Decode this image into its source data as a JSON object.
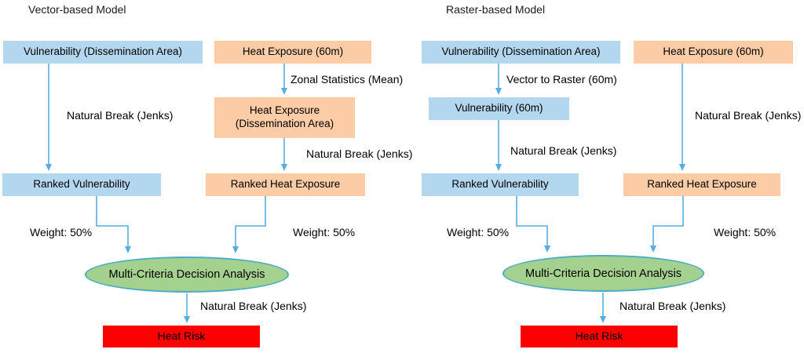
{
  "colors": {
    "box_blue": "#B3D7EE",
    "box_orange": "#FBCCA5",
    "box_red": "#FF0000",
    "ellipse_green": "#A4D18D",
    "ellipse_border": "#4BACC6",
    "arrow": "#55ADE2",
    "text": "#000000"
  },
  "vector_model": {
    "title": "Vector-based Model",
    "boxes": {
      "vulnerability": "Vulnerability (Dissemination Area)",
      "heat_exposure": "Heat Exposure (60m)",
      "heat_exposure_da_line1": "Heat Exposure",
      "heat_exposure_da_line2": "(Dissemination Area)",
      "ranked_vulnerability": "Ranked Vulnerability",
      "ranked_heat_exposure": "Ranked Heat Exposure",
      "mcda": "Multi-Criteria Decision Analysis",
      "heat_risk": "Heat Risk"
    },
    "labels": {
      "zonal_statistics": "Zonal Statistics (Mean)",
      "natural_break_vulnerability": "Natural Break (Jenks)",
      "natural_break_heat": "Natural Break (Jenks)",
      "weight_vulnerability": "Weight: 50%",
      "weight_heat": "Weight: 50%",
      "natural_break_final": "Natural Break (Jenks)"
    }
  },
  "raster_model": {
    "title": "Raster-based Model",
    "boxes": {
      "vulnerability": "Vulnerability (Dissemination Area)",
      "heat_exposure": "Heat Exposure (60m)",
      "vulnerability_60m": "Vulnerability (60m)",
      "ranked_vulnerability": "Ranked Vulnerability",
      "ranked_heat_exposure": "Ranked Heat Exposure",
      "mcda": "Multi-Criteria Decision Analysis",
      "heat_risk": "Heat Risk"
    },
    "labels": {
      "vector_to_raster": "Vector to Raster (60m)",
      "natural_break_vulnerability": "Natural Break (Jenks)",
      "natural_break_heat": "Natural Break (Jenks)",
      "weight_vulnerability": "Weight: 50%",
      "weight_heat": "Weight: 50%",
      "natural_break_final": "Natural Break (Jenks)"
    }
  }
}
